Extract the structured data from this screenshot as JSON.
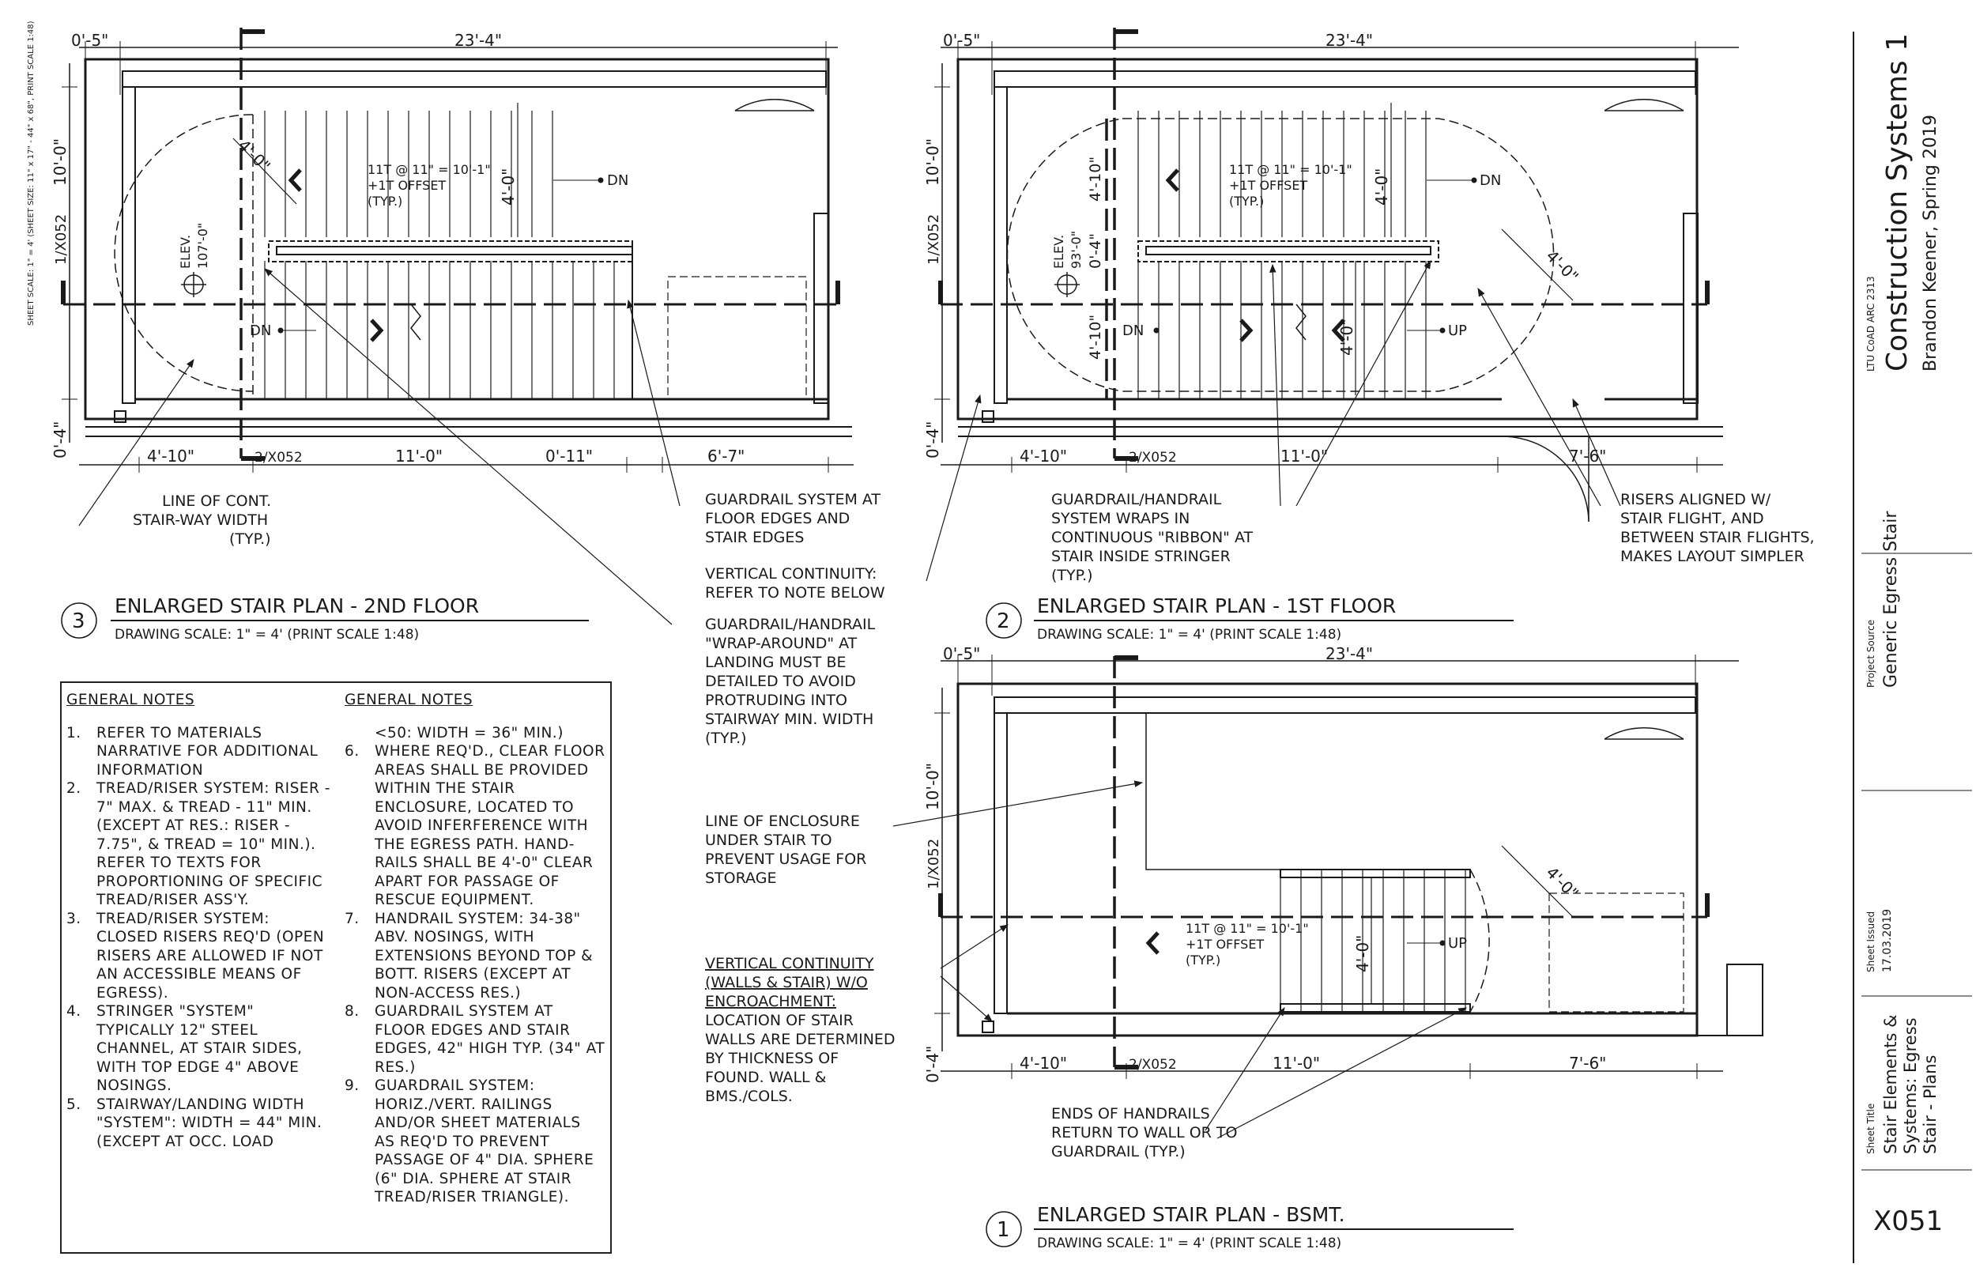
{
  "sheet": {
    "scale_note": "SHEET SCALE: 1\" = 4' (SHEET SIZE: 11\" x 17\" - 44\" x 68\", PRINT SCALE 1:48)"
  },
  "plans": {
    "p3": {
      "dim_top_left": "0'-5\"",
      "dim_top": "23'-4\"",
      "dim_left_upper": "10'-0\"",
      "dim_left_ref": "1/X052",
      "dim_left_lower": "0'-4\"",
      "dim_b1": "4'-10\"",
      "dim_b_ref": "2/X052",
      "dim_b2": "11'-0\"",
      "dim_b3": "0'-11\"",
      "dim_b4": "6'-7\"",
      "radius": "4'-0\"",
      "elev_label": "ELEV.",
      "elev_value": "107'-0\"",
      "tread_note": [
        "11T @ 11\" = 10'-1\"",
        "+1T OFFSET",
        "(TYP.)"
      ],
      "riser_dim": "4'-0\"",
      "dn_top": "DN",
      "dn_bottom": "DN"
    },
    "p2": {
      "dim_top_left": "0'-5\"",
      "dim_top": "23'-4\"",
      "dim_left_upper": "10'-0\"",
      "dim_left_ref": "1/X052",
      "dim_left_lower": "0'-4\"",
      "dim_b1": "4'-10\"",
      "dim_b_ref": "2/X052",
      "dim_b2": "11'-0\"",
      "dim_b3": "7'-6\"",
      "radius_left_a": "4'-10\"",
      "radius_left_b": "0'-4\"",
      "radius_left_c": "4'-10\"",
      "radius_right": "4'-0\"",
      "elev_label": "ELEV.",
      "elev_value": "93'-0\"",
      "tread_note": [
        "11T @ 11\" = 10'-1\"",
        "+1T OFFSET",
        "(TYP.)"
      ],
      "riser_dim_top": "4'-0\"",
      "riser_dim_bottom": "4'-0\"",
      "dn_top": "DN",
      "dn_bottom": "DN",
      "up": "UP"
    },
    "p1": {
      "dim_top_left": "0'-5\"",
      "dim_top": "23'-4\"",
      "dim_left_upper": "10'-0\"",
      "dim_left_ref": "1/X052",
      "dim_left_lower": "0'-4\"",
      "dim_b1": "4'-10\"",
      "dim_b_ref": "2/X052",
      "dim_b2": "11'-0\"",
      "dim_b3": "7'-6\"",
      "radius": "4'-0\"",
      "tread_note": [
        "11T @ 11\" = 10'-1\"",
        "+1T OFFSET",
        "(TYP.)"
      ],
      "riser_dim": "4'-0\"",
      "up": "UP"
    }
  },
  "annotations": {
    "a1": [
      "LINE OF CONT.",
      "STAIR-WAY WIDTH",
      "(TYP.)"
    ],
    "a2": [
      "GUARDRAIL SYSTEM AT",
      "FLOOR EDGES AND",
      "STAIR EDGES"
    ],
    "a3": [
      "VERTICAL CONTINUITY:",
      "REFER TO NOTE BELOW"
    ],
    "a4": [
      "GUARDRAIL/HANDRAIL",
      "\"WRAP-AROUND\" AT",
      "LANDING MUST BE",
      "DETAILED TO AVOID",
      "PROTRUDING INTO",
      "STAIRWAY MIN. WIDTH",
      "(TYP.)"
    ],
    "a5": [
      "GUARDRAIL/HANDRAIL",
      "SYSTEM WRAPS IN",
      "CONTINUOUS \"RIBBON\" AT",
      "STAIR INSIDE STRINGER",
      "(TYP.)"
    ],
    "a6": [
      "RISERS ALIGNED W/",
      "STAIR FLIGHT, AND",
      "BETWEEN STAIR FLIGHTS,",
      "MAKES LAYOUT SIMPLER"
    ],
    "a7": [
      "LINE OF ENCLOSURE",
      "UNDER STAIR TO",
      "PREVENT USAGE FOR",
      "STORAGE"
    ],
    "a8_head": [
      "VERTICAL CONTINUITY",
      "(WALLS & STAIR) W/O",
      "ENCROACHMENT:"
    ],
    "a8_body": [
      "LOCATION OF STAIR",
      "WALLS ARE DETERMINED",
      "BY THICKNESS OF",
      "FOUND. WALL &",
      "BMS./COLS."
    ],
    "a9": [
      "ENDS OF HANDRAILS",
      "RETURN TO WALL OR TO",
      "GUARDRAIL (TYP.)"
    ]
  },
  "titles": {
    "t3": {
      "num": "3",
      "title": "ENLARGED STAIR PLAN - 2ND FLOOR",
      "scale": "DRAWING SCALE: 1\" = 4' (PRINT SCALE 1:48)"
    },
    "t2": {
      "num": "2",
      "title": "ENLARGED STAIR PLAN - 1ST FLOOR",
      "scale": "DRAWING SCALE: 1\" = 4' (PRINT SCALE 1:48)"
    },
    "t1": {
      "num": "1",
      "title": "ENLARGED STAIR PLAN - BSMT.",
      "scale": "DRAWING SCALE: 1\" = 4' (PRINT SCALE 1:48)"
    }
  },
  "notes": {
    "heading_left": "GENERAL NOTES",
    "heading_right": "GENERAL NOTES",
    "left": [
      {
        "n": "1.",
        "text": "REFER TO MATERIALS NARRATIVE FOR ADDITIONAL INFORMATION"
      },
      {
        "n": "2.",
        "text": "TREAD/RISER SYSTEM: RISER - 7\" MAX. & TREAD - 11\" MIN. (EXCEPT AT RES.: RISER - 7.75\", & TREAD = 10\" MIN.). REFER TO TEXTS FOR PROPORTIONING OF SPECIFIC TREAD/RISER ASS'Y."
      },
      {
        "n": "3.",
        "text": "TREAD/RISER SYSTEM: CLOSED RISERS REQ'D (OPEN RISERS ARE ALLOWED IF NOT AN ACCESSIBLE MEANS OF EGRESS)."
      },
      {
        "n": "4.",
        "text": "STRINGER \"SYSTEM\" TYPICALLY 12\" STEEL CHANNEL, AT STAIR SIDES, WITH TOP EDGE 4\" ABOVE NOSINGS."
      },
      {
        "n": "5.",
        "text": "STAIRWAY/LANDING WIDTH \"SYSTEM\": WIDTH = 44\" MIN. (EXCEPT AT OCC. LOAD"
      }
    ],
    "right_cont": "<50: WIDTH = 36\" MIN.)",
    "right": [
      {
        "n": "6.",
        "text": "WHERE REQ'D., CLEAR FLOOR AREAS SHALL BE PROVIDED WITHIN THE STAIR ENCLOSURE, LOCATED TO AVOID INFERFERENCE WITH THE EGRESS PATH. HAND-RAILS SHALL BE 4'-0\" CLEAR APART FOR PASSAGE OF RESCUE EQUIPMENT."
      },
      {
        "n": "7.",
        "text": "HANDRAIL SYSTEM: 34-38\" ABV. NOSINGS, WITH EXTENSIONS BEYOND TOP & BOTT. RISERS (EXCEPT AT NON-ACCESS RES.)"
      },
      {
        "n": "8.",
        "text": "GUARDRAIL SYSTEM AT FLOOR EDGES AND STAIR EDGES, 42\" HIGH TYP. (34\" AT RES.)"
      },
      {
        "n": "9.",
        "text": "GUARDRAIL SYSTEM: HORIZ./VERT. RAILINGS AND/OR SHEET MATERIALS AS REQ'D TO PREVENT PASSAGE OF 4\" DIA. SPHERE (6\" DIA. SPHERE AT STAIR TREAD/RISER TRIANGLE)."
      }
    ]
  },
  "title_block": {
    "course": "LTU CoAD ARC 2313",
    "project": "Construction Systems 1",
    "author": "Brandon Keener, Spring 2019",
    "source_label": "Project Source",
    "source_value": "Generic Egress Stair",
    "issued_label": "Sheet Issued",
    "issued_value": "17.03.2019",
    "sheet_title_label": "Sheet Title",
    "sheet_title_lines": [
      "Stair Elements &",
      "Systems: Egress",
      "Stair - Plans"
    ],
    "sheet_number": "X051"
  }
}
